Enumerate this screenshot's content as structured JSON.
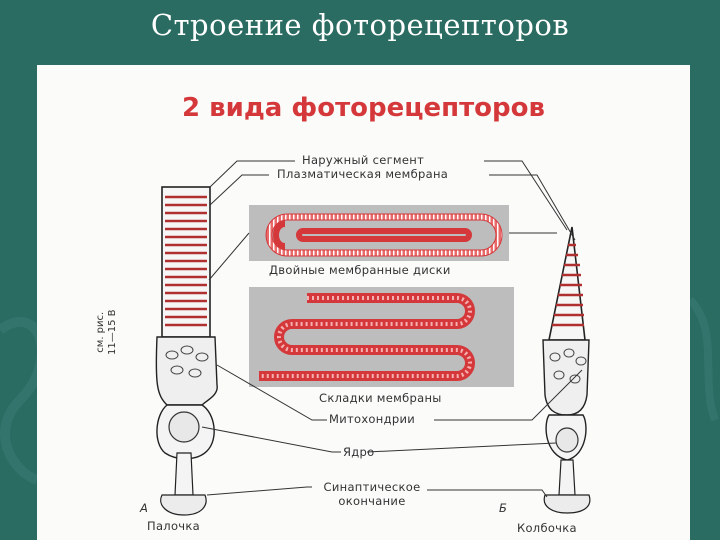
{
  "slide": {
    "title": "Строение фоторецепторов"
  },
  "figure": {
    "heading": "2 вида фоторецепторов",
    "labels": {
      "outer_segment": "Наружный сегмент",
      "plasma_membrane": "Плазматическая мембрана",
      "double_discs": "Двойные мембранные диски",
      "membrane_folds": "Складки мембраны",
      "mitochondria": "Митохондрии",
      "nucleus": "Ядро",
      "synaptic_line1": "Синаптическое",
      "synaptic_line2": "окончание"
    },
    "rod": {
      "letter": "А",
      "name": "Палочка"
    },
    "cone": {
      "letter": "Б",
      "name": "Колбочка"
    },
    "side_note": {
      "line1": "см. рис.",
      "line2": "11—15 В"
    }
  },
  "colors": {
    "background": "#2a6b62",
    "accent_red": "#d5383a",
    "panel_gray": "#bdbdbd"
  }
}
